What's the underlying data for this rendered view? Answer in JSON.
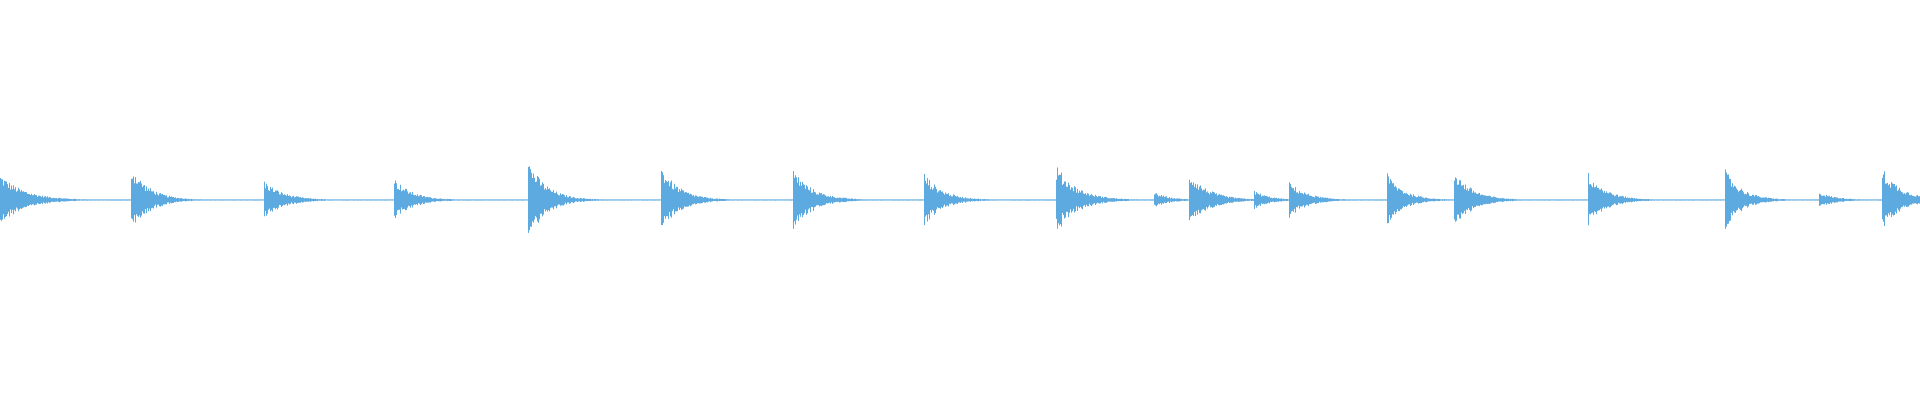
{
  "waveform": {
    "color": "#5DAAE0",
    "background": "#FFFFFF",
    "hits": [
      {
        "t": 0.0,
        "amp": 0.58,
        "decay": 0.4
      },
      {
        "t": 0.068,
        "amp": 0.78,
        "decay": 0.3
      },
      {
        "t": 0.137,
        "amp": 0.46,
        "decay": 0.32
      },
      {
        "t": 0.205,
        "amp": 0.5,
        "decay": 0.3
      },
      {
        "t": 0.275,
        "amp": 0.9,
        "decay": 0.3
      },
      {
        "t": 0.344,
        "amp": 0.78,
        "decay": 0.3
      },
      {
        "t": 0.413,
        "amp": 0.7,
        "decay": 0.32
      },
      {
        "t": 0.481,
        "amp": 0.62,
        "decay": 0.3
      },
      {
        "t": 0.55,
        "amp": 0.78,
        "decay": 0.34
      },
      {
        "t": 0.601,
        "amp": 0.18,
        "decay": 0.25
      },
      {
        "t": 0.619,
        "amp": 0.64,
        "decay": 0.32
      },
      {
        "t": 0.636,
        "amp": 0.1,
        "decay": 0.2
      },
      {
        "t": 0.653,
        "amp": 0.22,
        "decay": 0.25
      },
      {
        "t": 0.671,
        "amp": 0.42,
        "decay": 0.3
      },
      {
        "t": 0.722,
        "amp": 0.62,
        "decay": 0.28
      },
      {
        "t": 0.757,
        "amp": 0.7,
        "decay": 0.3
      },
      {
        "t": 0.827,
        "amp": 0.62,
        "decay": 0.3
      },
      {
        "t": 0.898,
        "amp": 0.72,
        "decay": 0.28
      },
      {
        "t": 0.947,
        "amp": 0.18,
        "decay": 0.3
      },
      {
        "t": 0.98,
        "amp": 0.74,
        "decay": 0.32
      }
    ]
  }
}
